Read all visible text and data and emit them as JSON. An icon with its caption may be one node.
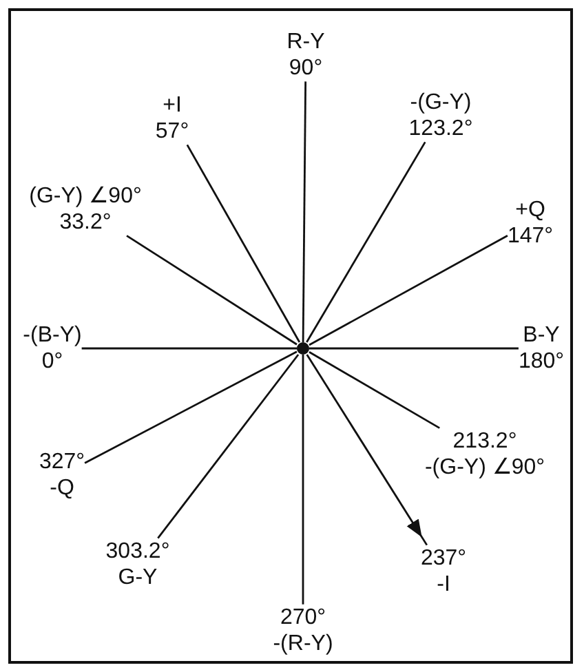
{
  "diagram": {
    "nodes": [
      {
        "text": [
          "R-Y",
          "90°"
        ]
      },
      {
        "text": [
          "+I",
          "57°"
        ]
      },
      {
        "text": [
          "-(G-Y)",
          "123.2°"
        ]
      },
      {
        "text": [
          "(G-Y) ∠90°",
          "33.2°"
        ]
      },
      {
        "text": [
          "+Q",
          "147°"
        ]
      },
      {
        "text": [
          "-(B-Y)",
          "0°"
        ]
      },
      {
        "text": [],
        "shape": "circle"
      },
      {
        "text": [
          "B-Y",
          "180°"
        ]
      },
      {
        "text": [
          "213.2°",
          "-(G-Y) ∠90°"
        ]
      },
      {
        "text": [
          "327°",
          "-Q"
        ]
      },
      {
        "text": [
          "303.2°",
          "G-Y"
        ]
      },
      {
        "text": [
          "237°",
          "-I"
        ]
      },
      {
        "text": [
          "270°",
          "-(R-Y)"
        ]
      }
    ],
    "edges": [
      {
        "from": 6,
        "to": 0,
        "arrow": "none"
      },
      {
        "from": 6,
        "to": 1,
        "arrow": "none"
      },
      {
        "from": 6,
        "to": 2,
        "arrow": "none"
      },
      {
        "from": 6,
        "to": 3,
        "arrow": "none"
      },
      {
        "from": 6,
        "to": 4,
        "arrow": "none"
      },
      {
        "from": 6,
        "to": 5,
        "arrow": "none"
      },
      {
        "from": 6,
        "to": 7,
        "arrow": "none"
      },
      {
        "from": 6,
        "to": 8,
        "arrow": "none"
      },
      {
        "from": 6,
        "to": 9,
        "arrow": "none"
      },
      {
        "from": 6,
        "to": 10,
        "arrow": "none"
      },
      {
        "from": 6,
        "to": 11,
        "arrow": "to"
      },
      {
        "from": 6,
        "to": 12,
        "arrow": "none"
      }
    ]
  }
}
